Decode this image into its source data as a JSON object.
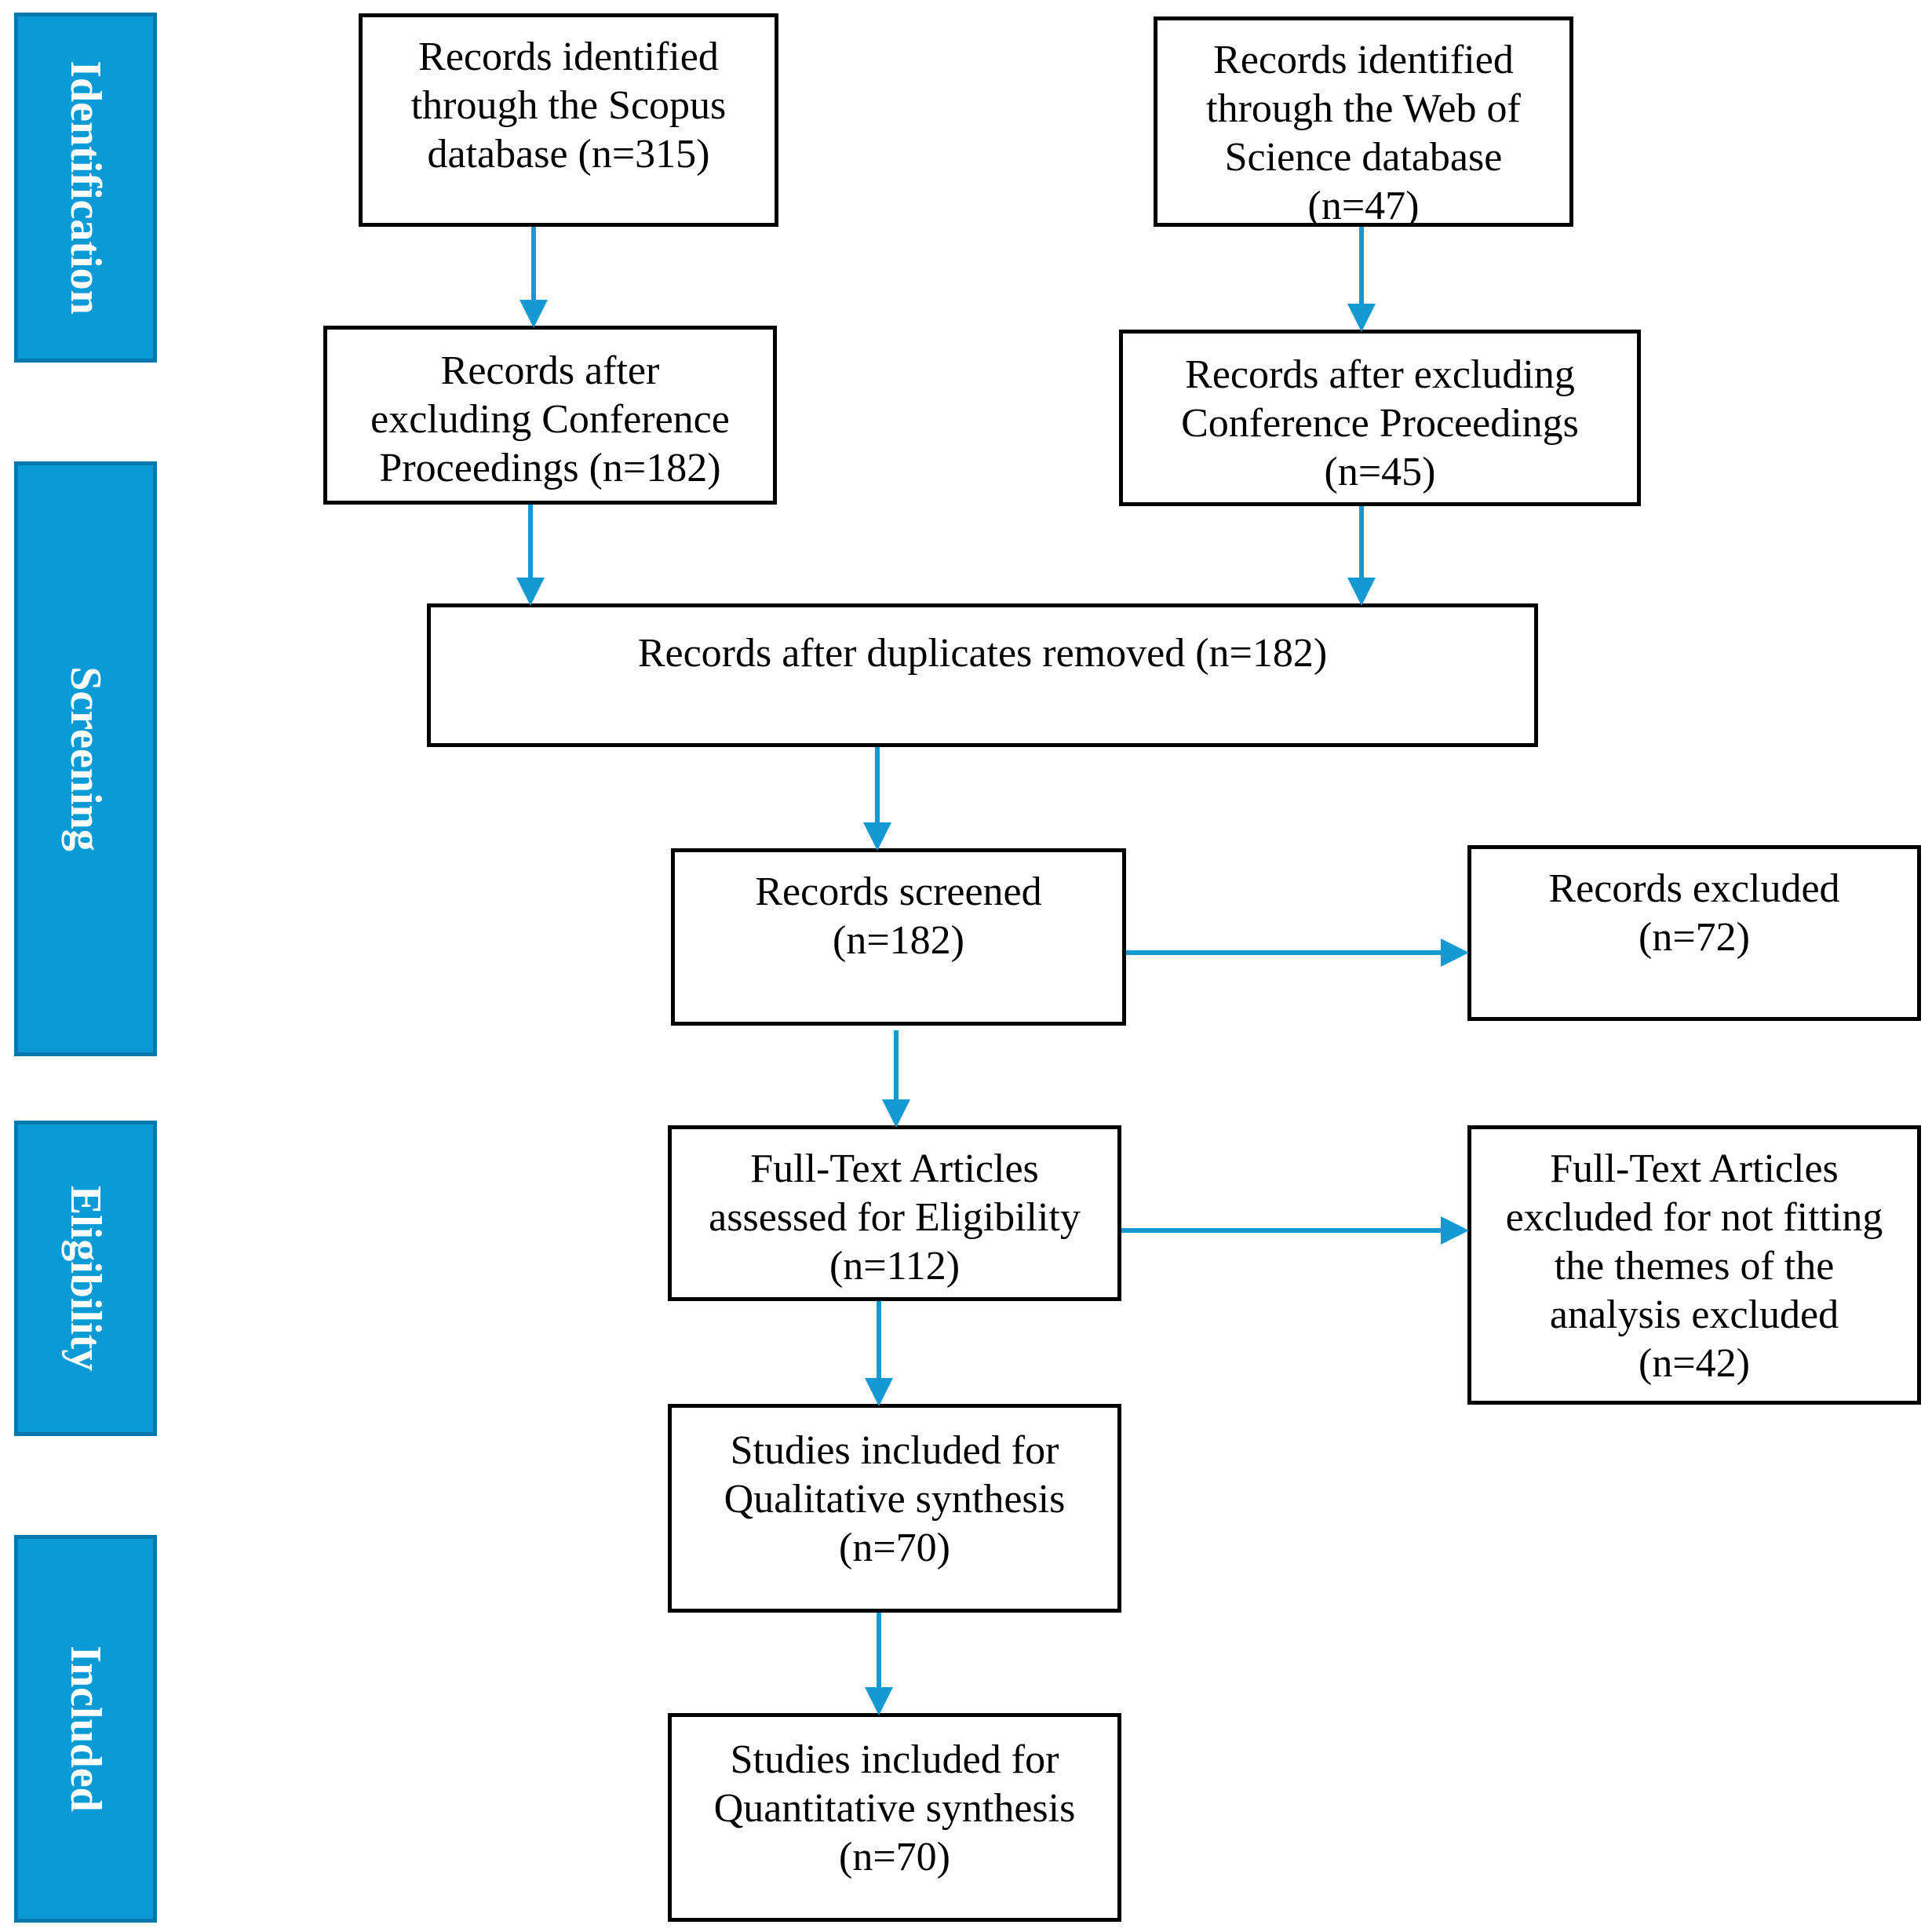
{
  "colors": {
    "phase_fill": "#0a9ad6",
    "phase_border": "#0778ad",
    "arrow": "#1499d3",
    "box_border": "#000000"
  },
  "phases": {
    "identification": "Identification",
    "screening": "Screening",
    "eligibility": "Eligibility",
    "included": "Included"
  },
  "boxes": {
    "scopus": "Records identified\nthrough the Scopus\ndatabase (n=315)",
    "wos": "Records identified\nthrough the Web of\nScience database\n(n=47)",
    "scopus_after_conf": "Records after\nexcluding Conference\nProceedings (n=182)",
    "wos_after_conf": "Records after excluding\nConference Proceedings\n(n=45)",
    "after_duplicates": "Records after duplicates removed (n=182)",
    "screened": "Records screened\n(n=182)",
    "excluded": "Records excluded\n(n=72)",
    "fulltext_assessed": "Full-Text Articles\nassessed for Eligibility\n(n=112)",
    "fulltext_excluded": "Full-Text Articles\nexcluded for not fitting\nthe themes of the\nanalysis excluded\n(n=42)",
    "qualitative": "Studies included for\nQualitative synthesis\n(n=70)",
    "quantitative": "Studies included for\nQuantitative synthesis\n(n=70)"
  }
}
